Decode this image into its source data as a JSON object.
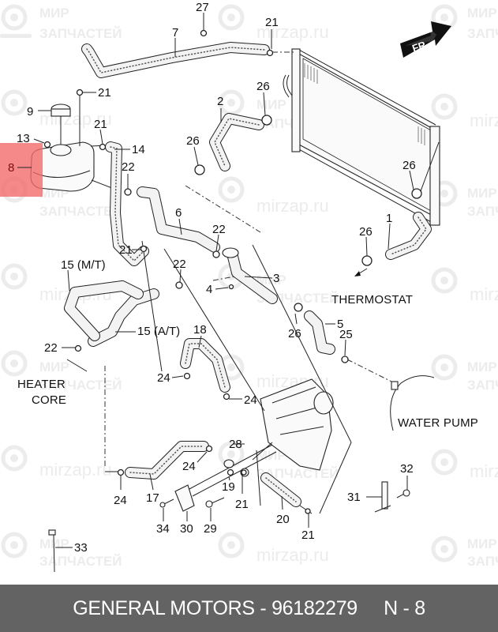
{
  "diagram": {
    "title": "Cooling system hoses and radiator exploded diagram",
    "highlight_color": "#f36b6b",
    "highlighted_callout": "8",
    "watermark": {
      "line1": "МИР",
      "line2": "ЗАПЧАСТЕЙ",
      "url": "mirzap.ru"
    },
    "direction_badge": "FR",
    "callouts": [
      {
        "id": "c27",
        "text": "27"
      },
      {
        "id": "c7",
        "text": "7"
      },
      {
        "id": "c21a",
        "text": "21"
      },
      {
        "id": "c21b",
        "text": "21"
      },
      {
        "id": "c9",
        "text": "9"
      },
      {
        "id": "c21c",
        "text": "21"
      },
      {
        "id": "c13",
        "text": "13"
      },
      {
        "id": "c14",
        "text": "14"
      },
      {
        "id": "c8",
        "text": "8"
      },
      {
        "id": "c22a",
        "text": "22"
      },
      {
        "id": "c2",
        "text": "2"
      },
      {
        "id": "c26a",
        "text": "26"
      },
      {
        "id": "c26b",
        "text": "26"
      },
      {
        "id": "c26c",
        "text": "26"
      },
      {
        "id": "c6",
        "text": "6"
      },
      {
        "id": "c22b",
        "text": "22"
      },
      {
        "id": "c21d",
        "text": "21"
      },
      {
        "id": "c1",
        "text": "1"
      },
      {
        "id": "c26d",
        "text": "26"
      },
      {
        "id": "c15mt",
        "text": "15 (M/T)"
      },
      {
        "id": "c22c",
        "text": "22"
      },
      {
        "id": "c3",
        "text": "3"
      },
      {
        "id": "c4",
        "text": "4"
      },
      {
        "id": "c5",
        "text": "5"
      },
      {
        "id": "c26e",
        "text": "26"
      },
      {
        "id": "c25",
        "text": "25"
      },
      {
        "id": "c15at",
        "text": "15 (A/T)"
      },
      {
        "id": "c18",
        "text": "18"
      },
      {
        "id": "c22d",
        "text": "22"
      },
      {
        "id": "c24a",
        "text": "24"
      },
      {
        "id": "c24b",
        "text": "24"
      },
      {
        "id": "c28",
        "text": "28"
      },
      {
        "id": "c24c",
        "text": "24"
      },
      {
        "id": "c24d",
        "text": "24"
      },
      {
        "id": "c17",
        "text": "17"
      },
      {
        "id": "c19",
        "text": "19"
      },
      {
        "id": "c21e",
        "text": "21"
      },
      {
        "id": "c20",
        "text": "20"
      },
      {
        "id": "c21f",
        "text": "21"
      },
      {
        "id": "c34",
        "text": "34"
      },
      {
        "id": "c30",
        "text": "30"
      },
      {
        "id": "c29",
        "text": "29"
      },
      {
        "id": "c32",
        "text": "32"
      },
      {
        "id": "c31",
        "text": "31"
      },
      {
        "id": "c33",
        "text": "33"
      }
    ],
    "labels": {
      "thermostat": "THERMOSTAT",
      "water_pump": "WATER PUMP",
      "heater_core_1": "HEATER",
      "heater_core_2": "CORE"
    }
  },
  "footer": {
    "brand": "GENERAL MOTORS",
    "separator": " - ",
    "part_number": "96182279",
    "position": "N - 8",
    "text": "GENERAL MOTORS - 96182279     N - 8"
  }
}
